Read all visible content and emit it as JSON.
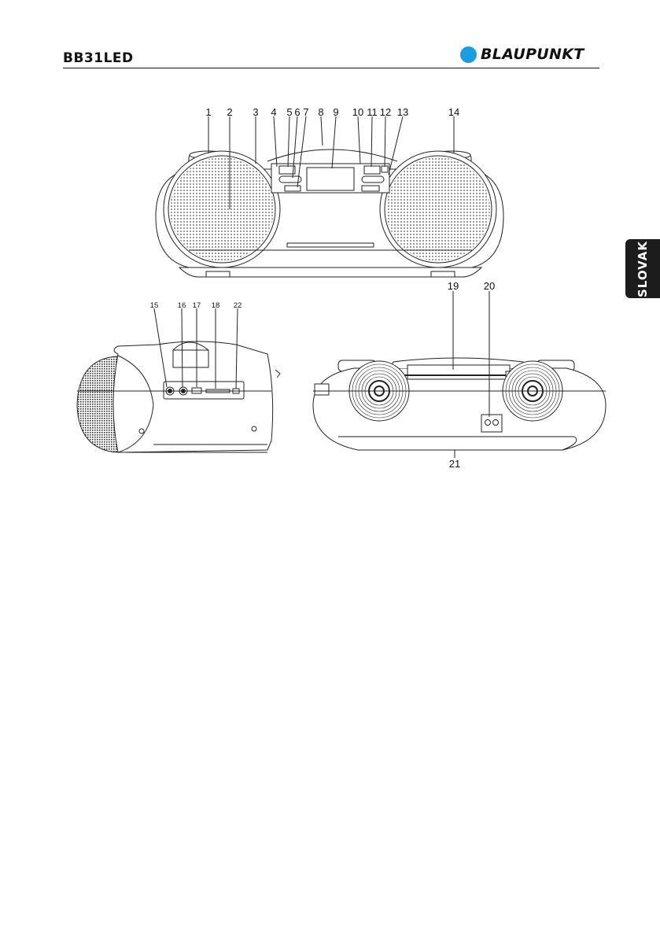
{
  "header": {
    "model": "BB31LED",
    "brand": "BLAUPUNKT"
  },
  "side_tab": {
    "language": "SLOVAK"
  },
  "callouts": {
    "front": [
      "1",
      "2",
      "3",
      "4",
      "5",
      "6",
      "7",
      "8",
      "9",
      "10",
      "11",
      "12",
      "13",
      "14"
    ],
    "side": [
      "15",
      "16",
      "17",
      "18",
      "22"
    ],
    "back": [
      "19",
      "20",
      "21"
    ]
  }
}
